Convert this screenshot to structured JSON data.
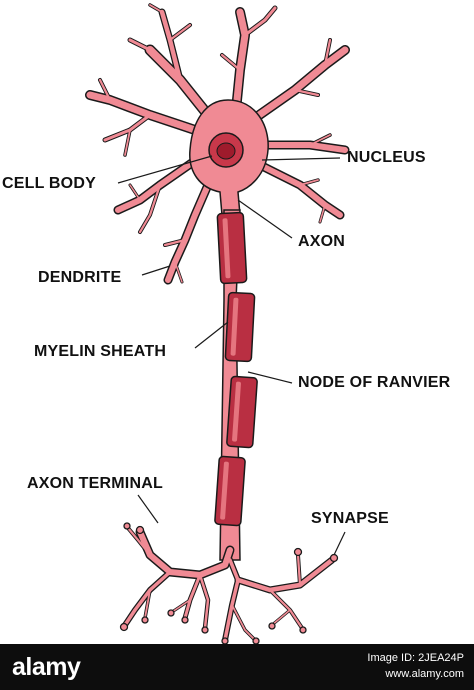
{
  "labels": {
    "nucleus": "NUCLEUS",
    "cell_body": "CELL BODY",
    "axon": "AXON",
    "dendrite": "DENDRITE",
    "myelin_sheath": "MYELIN SHEATH",
    "node_of_ranvier": "NODE OF RANVIER",
    "axon_terminal": "AXON TERMINAL",
    "synapse": "SYNAPSE"
  },
  "footer": {
    "logo": "alamy",
    "image_id_label": "Image ID: 2JEA24P",
    "site": "www.alamy.com"
  },
  "colors": {
    "cell_fill": "#f08a94",
    "cell_outline": "#1a1a1a",
    "nucleus_outer": "#c8384a",
    "nucleus_inner": "#9e1b2c",
    "myelin_fill": "#b92f42",
    "myelin_highlight": "#e5757f",
    "footer_bg": "#0d0d0d"
  }
}
